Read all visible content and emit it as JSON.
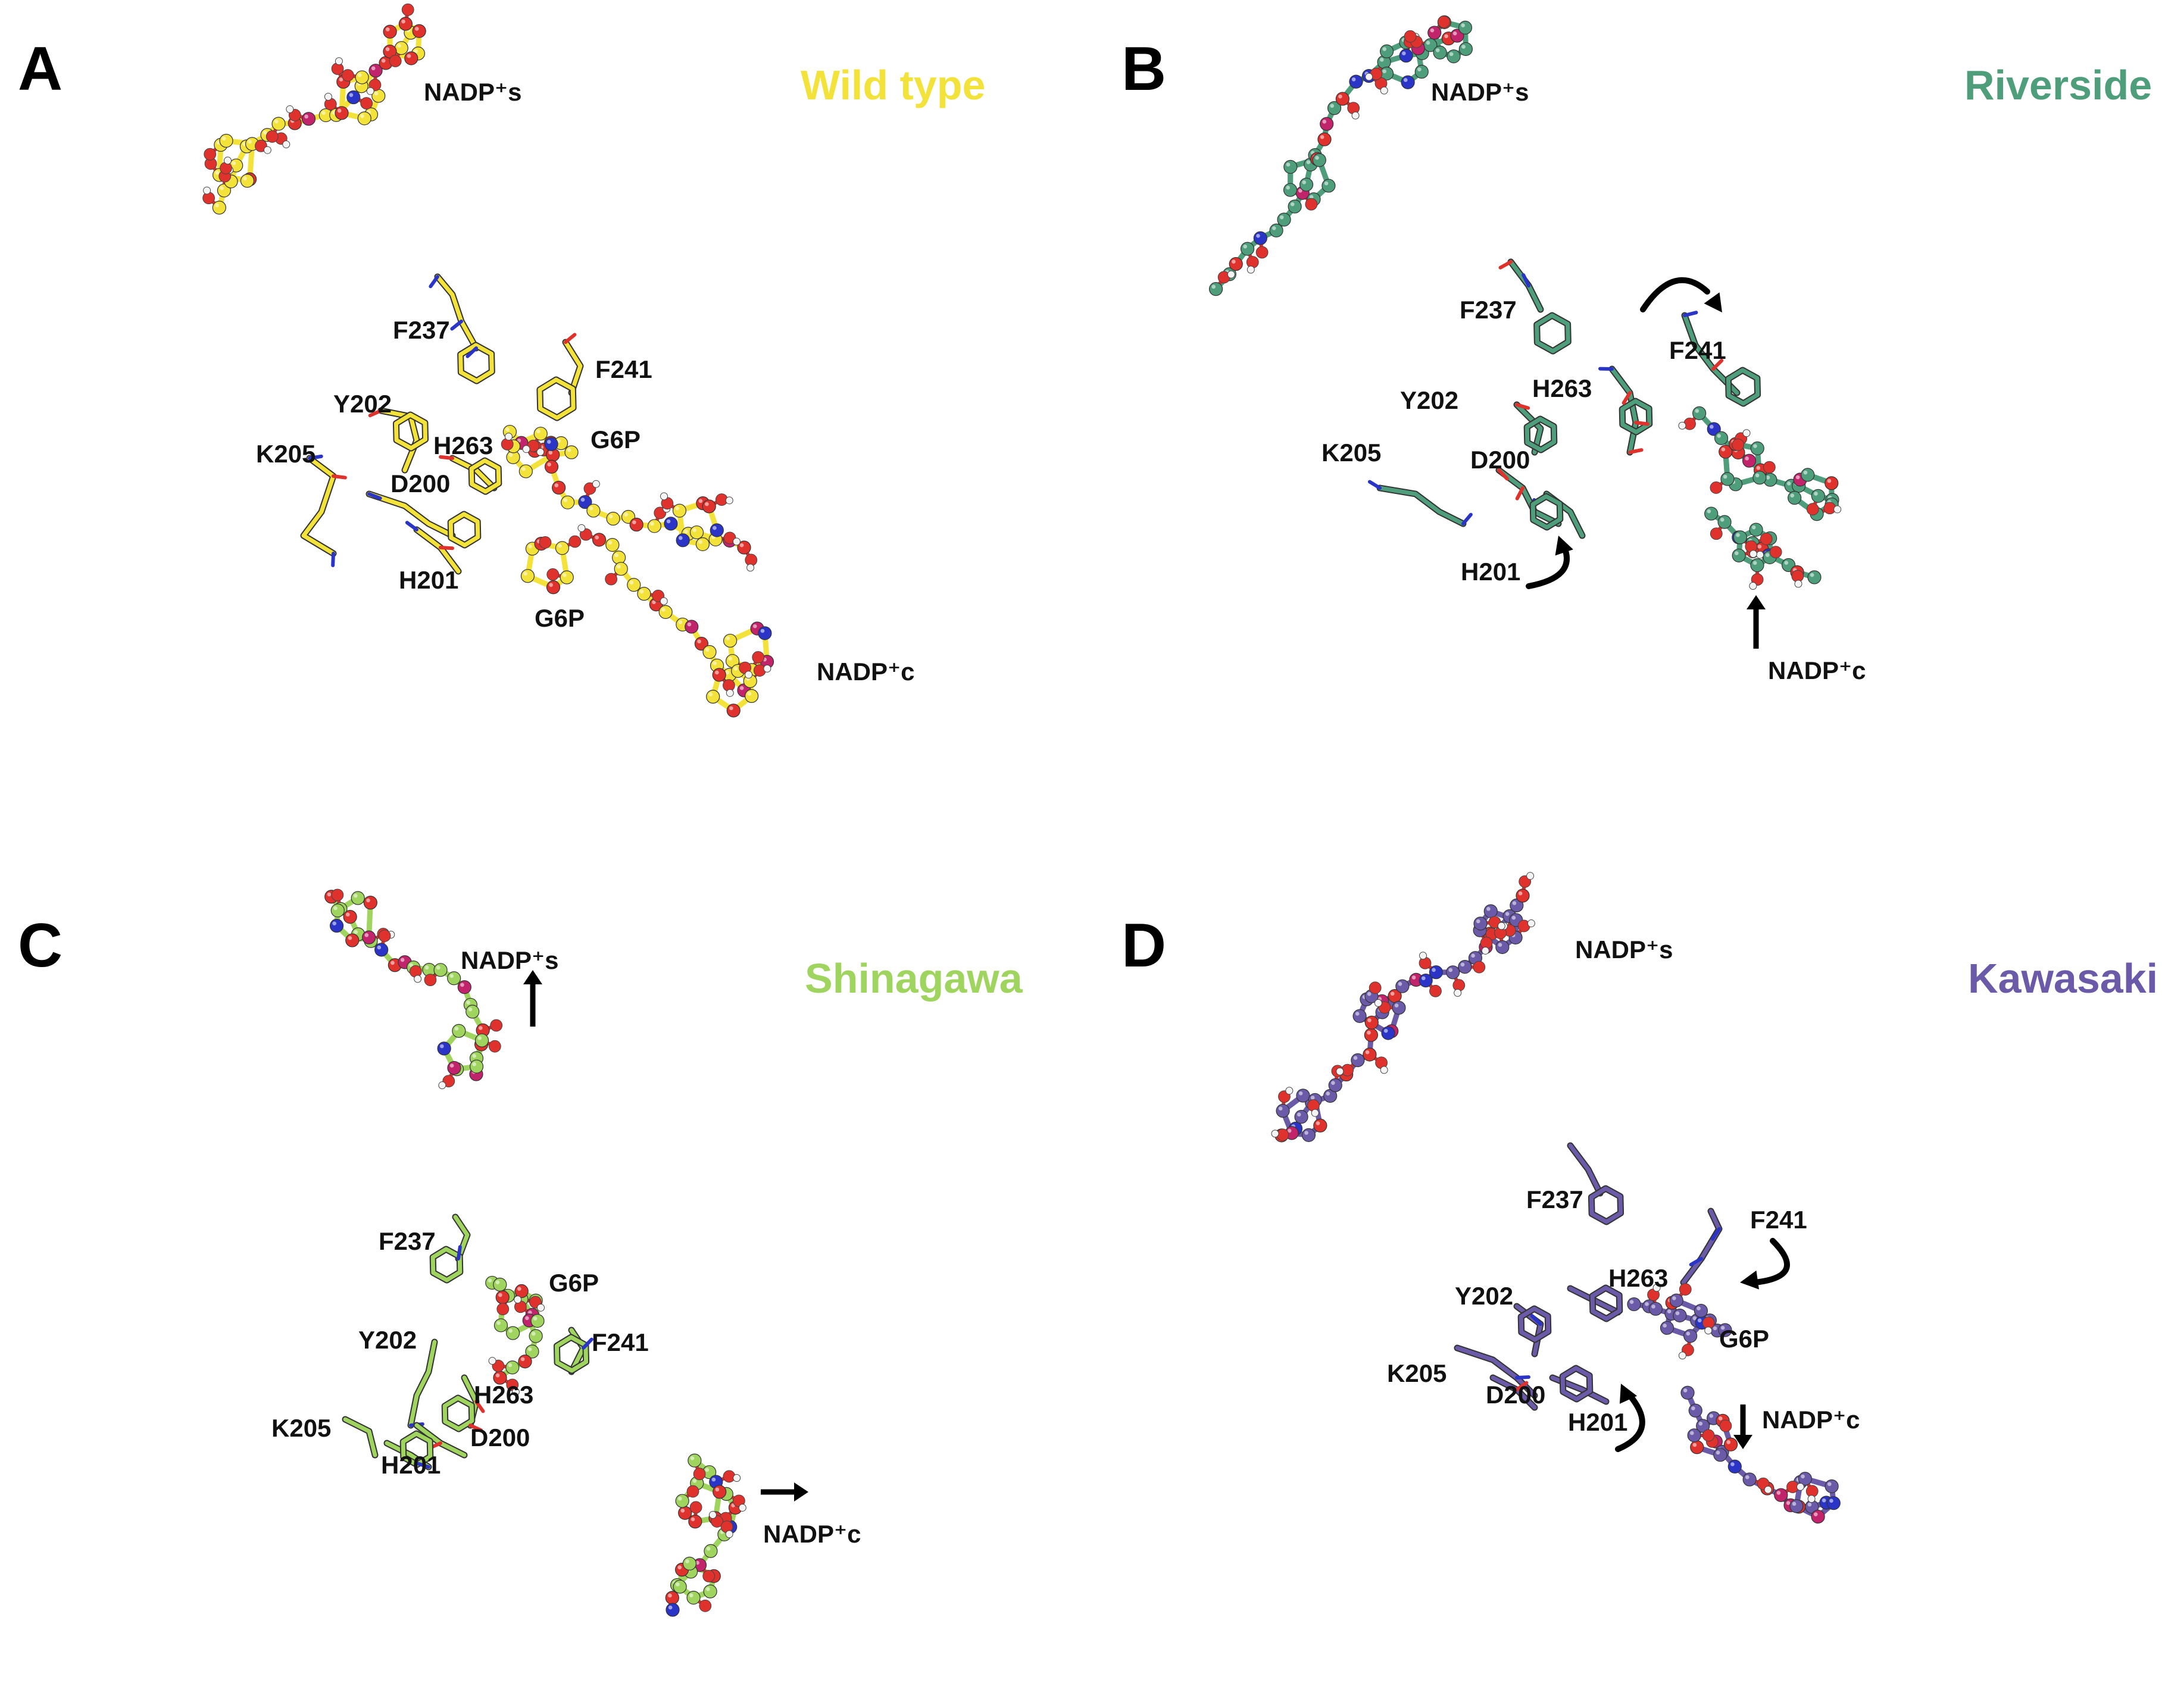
{
  "colors": {
    "wild_type": "#f2e23a",
    "riverside": "#4e9e7c",
    "shinagawa": "#9fd45e",
    "kawasaki": "#6a5aa8",
    "oxygen": "#e0322d",
    "phosphorus": "#c2246c",
    "nitrogen": "#2a35c8",
    "hydrogen": "#f4f4f4",
    "arrow": "#000000"
  },
  "panels": [
    {
      "letter": "A",
      "variant": "Wild type",
      "labels": {
        "nadp_s": "NADP⁺s",
        "nadp_c": "NADP⁺c",
        "f237": "F237",
        "f241": "F241",
        "y202": "Y202",
        "h263": "H263",
        "g6p_1": "G6P",
        "k205": "K205",
        "d200": "D200",
        "h201": "H201",
        "g6p_2": "G6P"
      }
    },
    {
      "letter": "B",
      "variant": "Riverside",
      "labels": {
        "nadp_s": "NADP⁺s",
        "f237": "F237",
        "f241": "F241",
        "y202": "Y202",
        "h263": "H263",
        "k205": "K205",
        "d200": "D200",
        "h201": "H201",
        "nadp_c": "NADP⁺c"
      }
    },
    {
      "letter": "C",
      "variant": "Shinagawa",
      "labels": {
        "nadp_s": "NADP⁺s",
        "f237": "F237",
        "g6p": "G6P",
        "y202": "Y202",
        "f241": "F241",
        "h263": "H263",
        "k205": "K205",
        "d200": "D200",
        "h201": "H201",
        "nadp_c": "NADP⁺c"
      }
    },
    {
      "letter": "D",
      "variant": "Kawasaki",
      "labels": {
        "nadp_s": "NADP⁺s",
        "f237": "F237",
        "f241": "F241",
        "h263": "H263",
        "y202": "Y202",
        "g6p": "G6P",
        "k205": "K205",
        "d200": "D200",
        "h201": "H201",
        "nadp_c": "NADP⁺c"
      }
    }
  ]
}
